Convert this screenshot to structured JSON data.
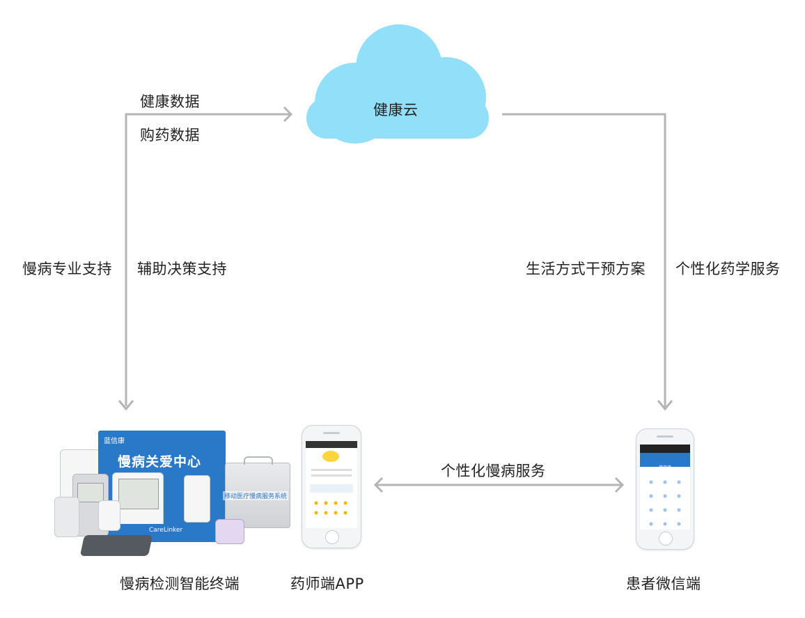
{
  "cloud": {
    "label": "健康云",
    "color": "#91dff9"
  },
  "arrows": {
    "left_top": [
      "健康数据",
      "购药数据"
    ],
    "left_side": {
      "outer": "慢病专业支持",
      "inner": "辅助决策支持"
    },
    "right_side": {
      "inner": "生活方式干预方案",
      "outer": "个性化药学服务"
    },
    "bottom_middle": "个性化慢病服务",
    "line_color": "#b5b5b5"
  },
  "nodes": {
    "terminal": {
      "caption": "慢病检测智能终端",
      "panel_title": "慢病关爱中心",
      "brand": "蓝信康",
      "brand_en": "CareLinker",
      "case_text": "移动医疗慢病服务系统",
      "accent": "#2a78c8"
    },
    "pharmacist_app": {
      "caption": "药师端APP"
    },
    "patient_wechat": {
      "caption": "患者微信端",
      "screen_title": "蓝信康"
    }
  }
}
